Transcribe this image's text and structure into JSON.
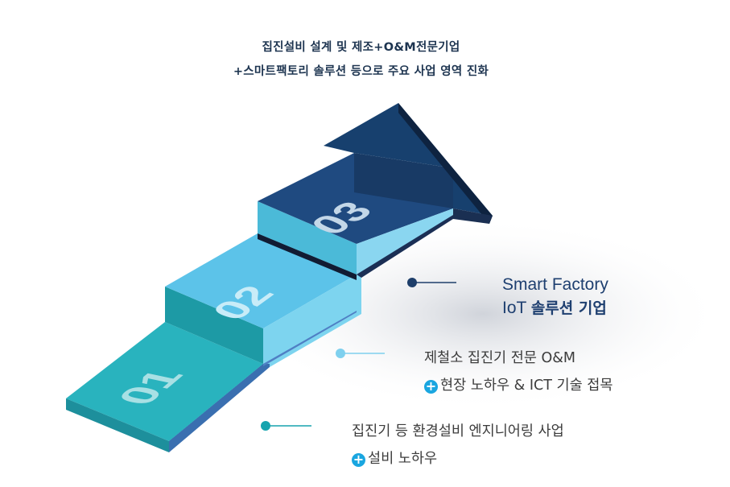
{
  "header": {
    "line1": "집진설비 설계 및 제조+O&M전문기업",
    "line2": "+스마트팩토리 솔루션 등으로 주요 사업 영역 진화"
  },
  "steps": [
    {
      "number": "01",
      "color": "#29b3be"
    },
    {
      "number": "02",
      "color": "#5cc3e9"
    },
    {
      "number": "03",
      "color": "#1f4a80"
    }
  ],
  "stage3": {
    "line1": "Smart Factory",
    "line2_latin": "IoT",
    "line2_korean": "솔루션 기업"
  },
  "stage2": {
    "line1": "제철소 집진기 전문 O&M",
    "plus_icon": "+",
    "line2": "현장 노하우 & ICT 기술 접목"
  },
  "stage1": {
    "line1": "집진기 등 환경설비 엔지니어링 사업",
    "plus_icon": "+",
    "line2": "설비 노하우"
  }
}
